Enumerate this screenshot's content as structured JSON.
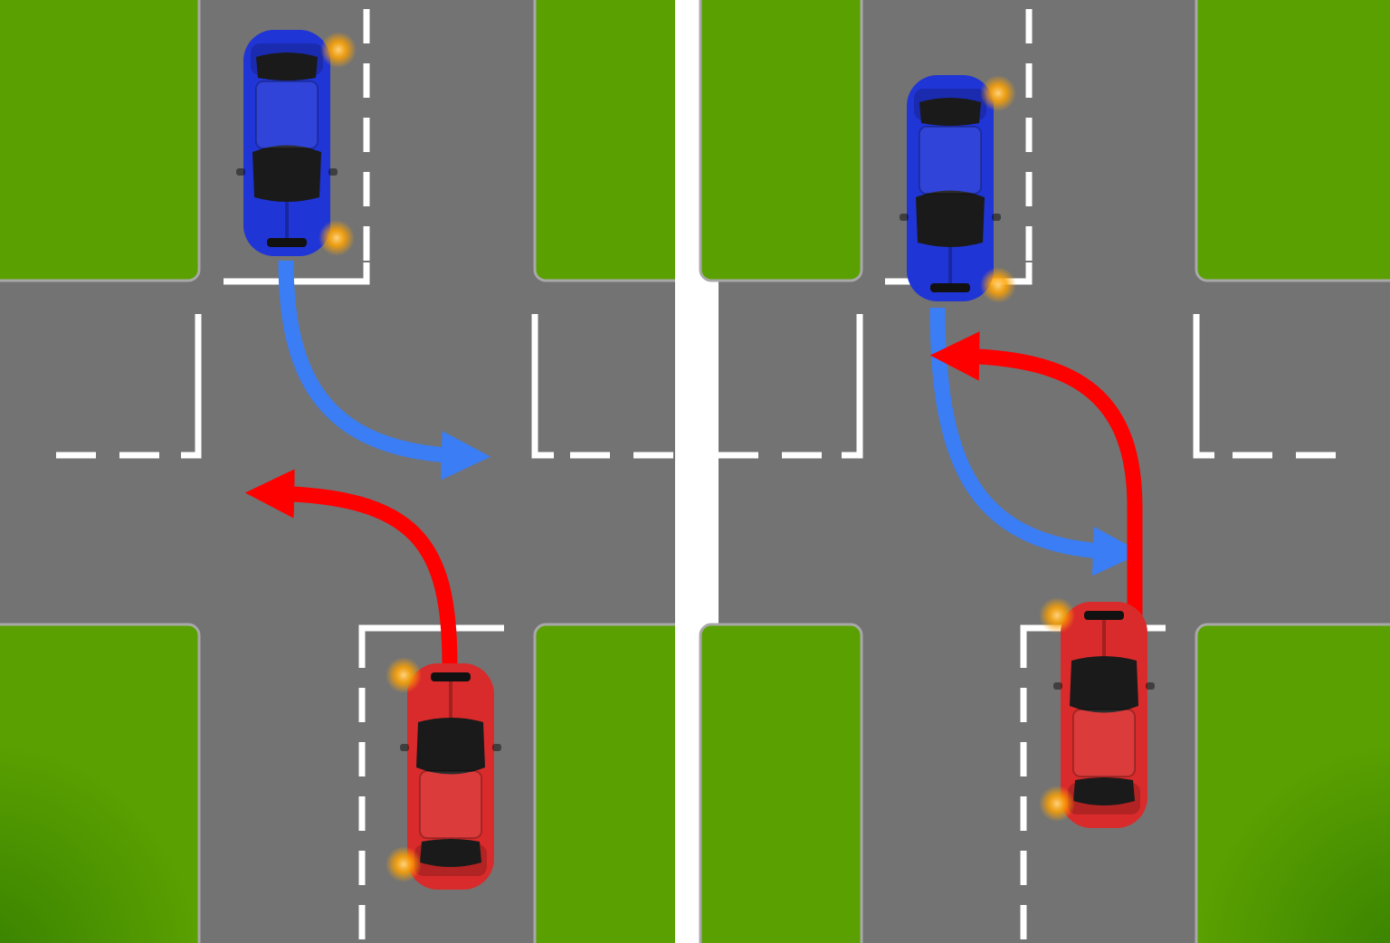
{
  "colors": {
    "grass": "#5aa001",
    "grass_dark": "#3f8a00",
    "road": "#737373",
    "curb": "#a8a8a8",
    "marking": "#ffffff",
    "divider": "#ffffff",
    "blue_car": "#2035d6",
    "blue_car_dark": "#0e1c8f",
    "red_car": "#d92b2b",
    "red_car_dark": "#8f1414",
    "blue_arrow": "#3a7df5",
    "red_arrow": "#ff0000",
    "indicator_glow": "#ffa200",
    "windshield": "#1a1a1a"
  },
  "panels": [
    {
      "name": "left-scenario",
      "blue_car": {
        "heading": "down",
        "indicator_side": "left-of-screen",
        "turn": "right-of-screen"
      },
      "red_car": {
        "heading": "up",
        "indicator_side": "left-of-screen",
        "turn": "left-of-screen"
      },
      "arrow_layout": "turns-in-front"
    },
    {
      "name": "right-scenario",
      "blue_car": {
        "heading": "down",
        "indicator_side": "left-of-screen",
        "turn": "right-of-screen"
      },
      "red_car": {
        "heading": "up",
        "indicator_side": "left-of-screen",
        "turn": "left-of-screen"
      },
      "arrow_layout": "turns-crossing"
    }
  ]
}
